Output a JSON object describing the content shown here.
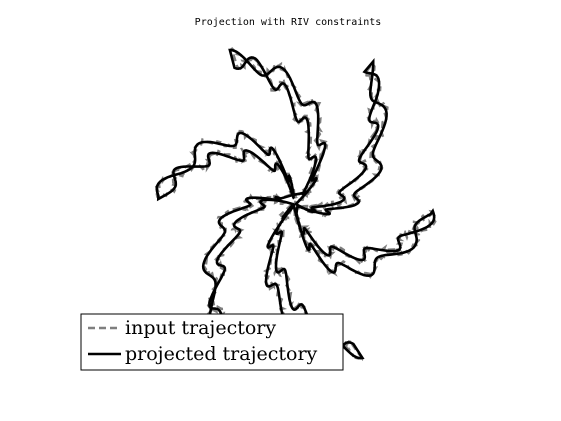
{
  "chart_data": {
    "type": "line",
    "title": "Projection with RIV constraints",
    "xlabel": "",
    "ylabel": "",
    "axes_visible": false,
    "grid": false,
    "legend_placement": "bottom-left",
    "xlim": [
      -1.25,
      1.25
    ],
    "ylim": [
      -1.0,
      1.0
    ],
    "series": [
      {
        "name": "input trajectory",
        "style": "dashed",
        "color": "#7f7f7f",
        "points": []
      },
      {
        "name": "projected trajectory",
        "style": "solid",
        "color": "#000000",
        "points": []
      }
    ],
    "shape": {
      "arms": 6,
      "rotation_deg": 100,
      "inner_radius": 0.06,
      "outer_radius": 0.95,
      "winding_turns": 1.35,
      "arm_width": 0.22,
      "wiggle_amplitude": 0.055,
      "wiggle_frequency": 9,
      "samples_per_arm": 110,
      "noise_amplitude": 0.018
    }
  }
}
